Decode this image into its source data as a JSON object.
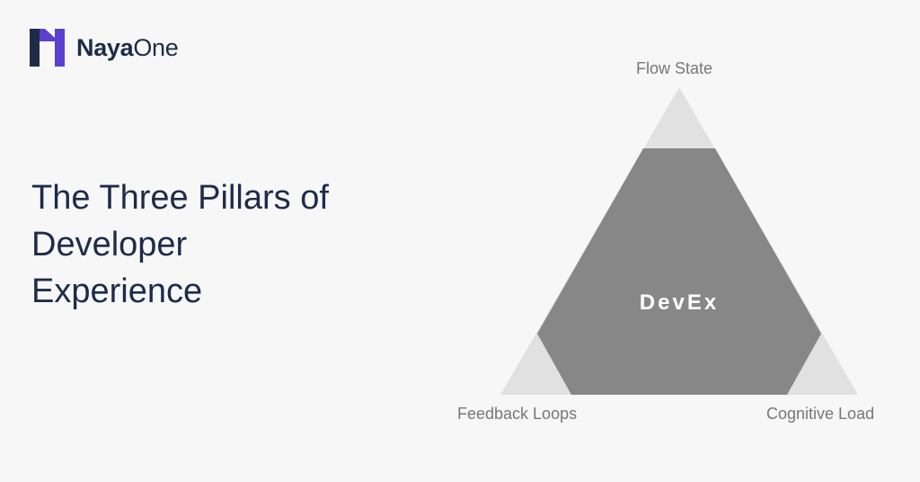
{
  "brand": {
    "name_bold": "Naya",
    "name_regular": "One",
    "colors": {
      "navy": "#1e2b48",
      "purple": "#5b3fd0"
    }
  },
  "title_lines": [
    "The Three Pillars of",
    "Developer",
    "Experience"
  ],
  "diagram": {
    "center_label": "DevEx",
    "top_label": "Flow State",
    "left_label": "Feedback Loops",
    "right_label": "Cognitive Load",
    "colors": {
      "core": "#878787",
      "corner": "#e1e1e1"
    }
  }
}
